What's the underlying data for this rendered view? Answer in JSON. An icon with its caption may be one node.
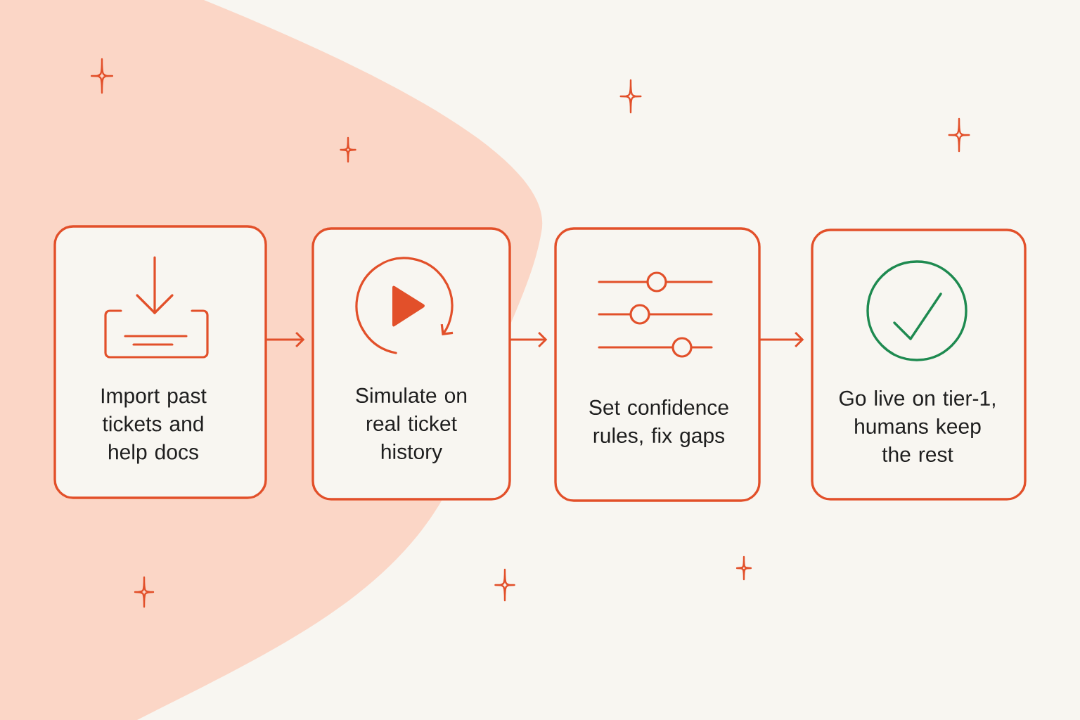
{
  "diagram": {
    "nodes": [
      {
        "text": [
          "Import past tickets and help docs"
        ]
      },
      {
        "text": [
          "Simulate on real ticket history"
        ]
      },
      {
        "text": [
          "Set confidence rules, fix gaps"
        ]
      },
      {
        "text": [
          "Go live on tier-1, humans keep the rest"
        ]
      }
    ],
    "edges": [
      {
        "from": 0,
        "to": 1,
        "arrow": "to"
      },
      {
        "from": 1,
        "to": 2,
        "arrow": "to"
      },
      {
        "from": 2,
        "to": 3,
        "arrow": "to"
      }
    ]
  }
}
